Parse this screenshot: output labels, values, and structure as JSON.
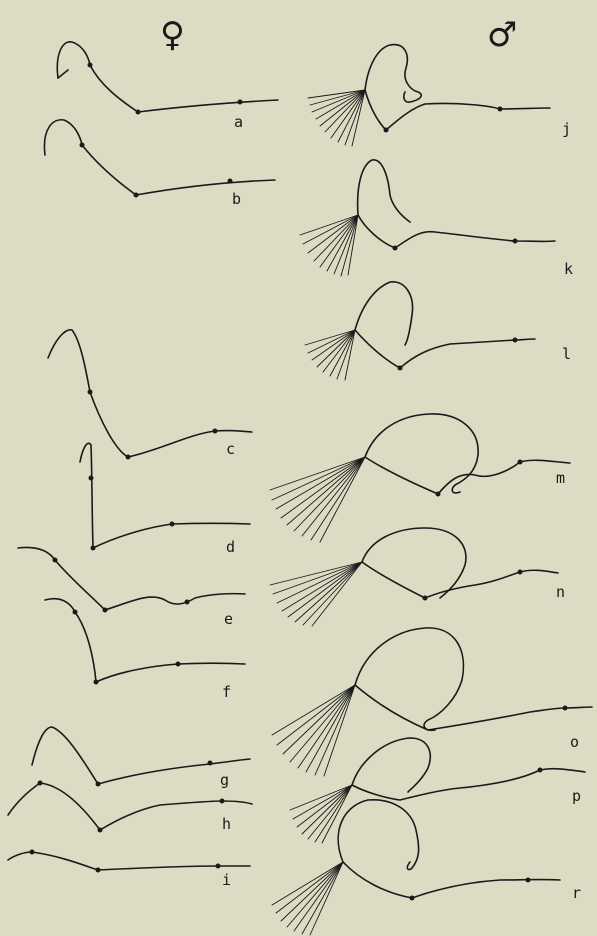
{
  "headers": {
    "female": "♀",
    "male": "♂"
  },
  "female_labels": [
    "a",
    "b",
    "c",
    "d",
    "e",
    "f",
    "g",
    "h",
    "i"
  ],
  "male_labels": [
    "j",
    "k",
    "l",
    "m",
    "n",
    "o",
    "p",
    "r"
  ]
}
